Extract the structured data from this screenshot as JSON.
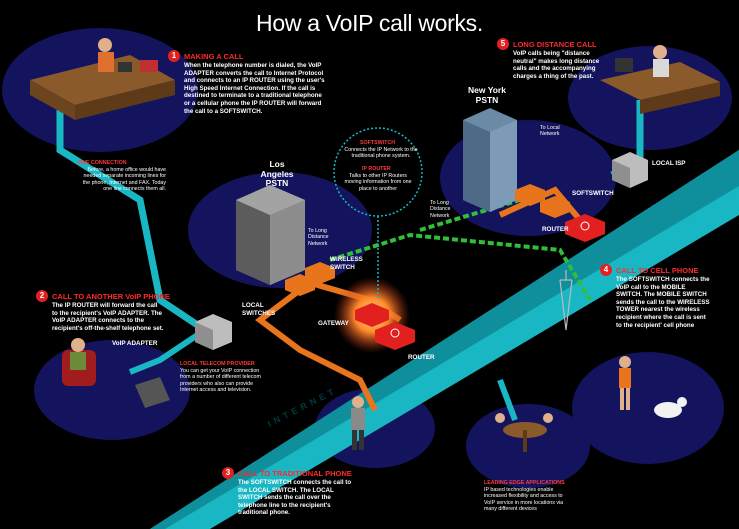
{
  "title": "How a VoIP call works.",
  "steps": [
    {
      "number": "1",
      "heading": "MAKING A CALL",
      "text": "When the telephone number is dialed, the VoIP ADAPTER converts the call to Internet Protocol and connects to an IP ROUTER using the user's High Speed Internet Connection. If the call is destined to terminate to a traditional telephone or a cellular phone the IP ROUTER will forward the call to a SOFTSWITCH."
    },
    {
      "number": "2",
      "heading": "CALL TO ANOTHER VoIP PHONE",
      "text": "The IP ROUTER will forward the call to the recipient's VoIP ADAPTER. The VoIP ADAPTER connects to the recipient's off-the-shelf telephone set."
    },
    {
      "number": "3",
      "heading": "CALL TO TRADITIONAL PHONE",
      "text": "The SOFTSWITCH connects the call to the LOCAL SWITCH. The LOCAL SWITCH sends the call over the telephone line to the recipient's traditional phone."
    },
    {
      "number": "4",
      "heading": "CALL TO CELL PHONE",
      "text": "The SOFTSWITCH connects the VoIP call to the MOBILE SWITCH. The MOBILE SWITCH sends the call to the WIRELESS TOWER nearest the wireless recipient where the call is sent to the recipient' cell phone"
    },
    {
      "number": "5",
      "heading": "LONG DISTANCE CALL",
      "text": "VoIP calls being \"distance neutral\" makes long distance calls and the accompanying charges a thing of the past."
    }
  ],
  "notes": {
    "one_connection": {
      "heading": "ONE CONNECTION",
      "text": "Before, a home office would have needed separate incoming lines for the phone, Internet and FAX. Today one line connects them all."
    },
    "softswitch": {
      "heading": "SOFTSWITCH",
      "text": "Connects the IP Network to the traditional phone system."
    },
    "ip_router": {
      "heading": "IP ROUTER",
      "text": "Talks to other IP Routers moving information from one place to another"
    },
    "local_telecom": {
      "heading": "LOCAL TELECOM PROVIDER",
      "text": "You can get your VoIP connection from a number of different telecom providers who also can provide Internet access and television."
    },
    "edge_apps": {
      "heading": "LEADING EDGE APPLICATIONS",
      "text": "IP based technologies enable increased flexibility and access to VoIP service in more locations via many different devices"
    }
  },
  "labels": {
    "los_angeles": "Los Angeles PSTN",
    "new_york": "New York PSTN",
    "wireless_switch": "WIRELESS SWITCH",
    "local_switches": "LOCAL SWITCHES",
    "gateway": "GATEWAY",
    "router_center": "ROUTER",
    "router_ny": "ROUTER",
    "softswitch_ny": "SOFTSWITCH",
    "local_isp": "LOCAL ISP",
    "voip_adapter": "VoIP ADAPTER",
    "to_local_network": "To Local Network",
    "to_long_distance_la": "To Long Distance Network",
    "to_long_distance_ny": "To Long Distance Network",
    "internet": "INTERNET"
  },
  "colors": {
    "accent_red": "#e32020",
    "internet_teal": "#19b7c4",
    "cable_orange": "#e8741c",
    "cable_green": "#2fbf3a",
    "platform_blue": "#1a1a66"
  }
}
